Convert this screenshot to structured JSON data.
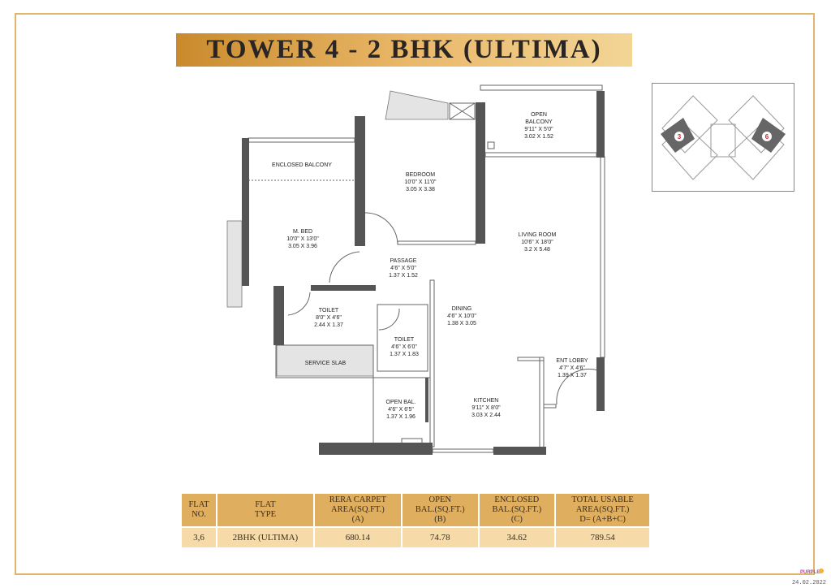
{
  "header": {
    "title": "TOWER 4 - 2 BHK (ULTIMA)"
  },
  "colors": {
    "gold": "#dfae5f",
    "gold_light": "#f6dba8",
    "wall": "#555555",
    "shade": "#e4e4e4",
    "key_highlight": "#666666",
    "key_number": "#d0202a"
  },
  "rooms": {
    "enclosed_balcony": {
      "name": "ENCLOSED BALCONY"
    },
    "m_bed": {
      "name": "M. BED",
      "ft": "10'0\" X 13'0\"",
      "m": "3.05 X 3.96"
    },
    "bedroom": {
      "name": "BEDROOM",
      "ft": "10'0\" X 11'0\"",
      "m": "3.05 X 3.38"
    },
    "open_balcony": {
      "name1": "OPEN",
      "name2": "BALCONY",
      "ft": "9'11\" X 5'0\"",
      "m": "3.02 X 1.52"
    },
    "living_room": {
      "name": "LIVING ROOM",
      "ft": "10'6\" X 18'0\"",
      "m": "3.2 X 5.48"
    },
    "passage": {
      "name": "PASSAGE",
      "ft": "4'6\" X 5'0\"",
      "m": "1.37 X 1.52"
    },
    "toilet1": {
      "name": "TOILET",
      "ft": "8'0\" X 4'6\"",
      "m": "2.44 X 1.37"
    },
    "toilet2": {
      "name": "TOILET",
      "ft": "4'6\" X 6'0\"",
      "m": "1.37 X 1.83"
    },
    "dining": {
      "name": "DINING",
      "ft": "4'6\" X 10'0\"",
      "m": "1.38 X 3.05"
    },
    "service_slab": {
      "name": "SERVICE SLAB"
    },
    "ent_lobby": {
      "name": "ENT LOBBY",
      "ft": "4'7\" X 4'6\"",
      "m": "1.39 X 1.37"
    },
    "open_bal": {
      "name": "OPEN BAL.",
      "ft": "4'6\" X 6'5\"",
      "m": "1.37 X 1.96"
    },
    "kitchen": {
      "name": "KITCHEN",
      "ft": "9'11\" X 8'0\"",
      "m": "3.03 X 2.44"
    }
  },
  "key_plan": {
    "highlighted_flats": [
      "3",
      "6"
    ]
  },
  "area_table": {
    "headers": [
      [
        "FLAT",
        "NO."
      ],
      [
        "FLAT",
        "TYPE"
      ],
      [
        "RERA CARPET",
        "AREA(SQ.FT.)",
        "(A)"
      ],
      [
        "OPEN",
        "BAL.(SQ.FT.)",
        "(B)"
      ],
      [
        "ENCLOSED",
        "BAL.(SQ.FT.)",
        "(C)"
      ],
      [
        "TOTAL USABLE",
        "AREA(SQ.FT.)",
        "D= (A+B+C)"
      ]
    ],
    "row": [
      "3,6",
      "2BHK (ULTIMA)",
      "680.14",
      "74.78",
      "34.62",
      "789.54"
    ]
  },
  "footer": {
    "date": "24.02.2022",
    "logo_text": "PURPLE"
  }
}
